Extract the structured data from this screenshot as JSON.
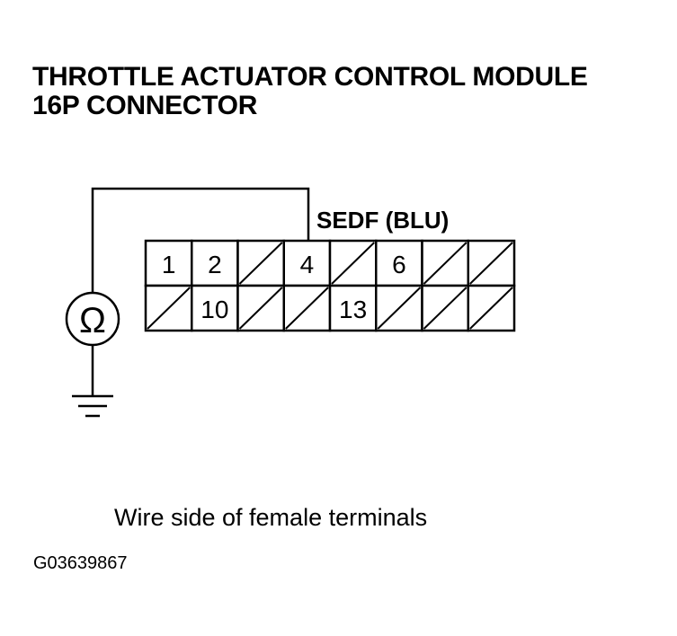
{
  "title": {
    "line1": "THROTTLE ACTUATOR CONTROL MODULE",
    "line2": "16P CONNECTOR"
  },
  "wire_label": "SEDF (BLU)",
  "connector": {
    "row1": [
      "1",
      "2",
      "",
      "4",
      "",
      "6",
      "",
      ""
    ],
    "row2": [
      "",
      "10",
      "",
      "",
      "13",
      "",
      "",
      ""
    ]
  },
  "meter": {
    "symbol": "Ω",
    "icon": "ohmmeter-icon"
  },
  "ground_icon": "ground-icon",
  "caption": "Wire side of female terminals",
  "figure_id": "G03639867"
}
